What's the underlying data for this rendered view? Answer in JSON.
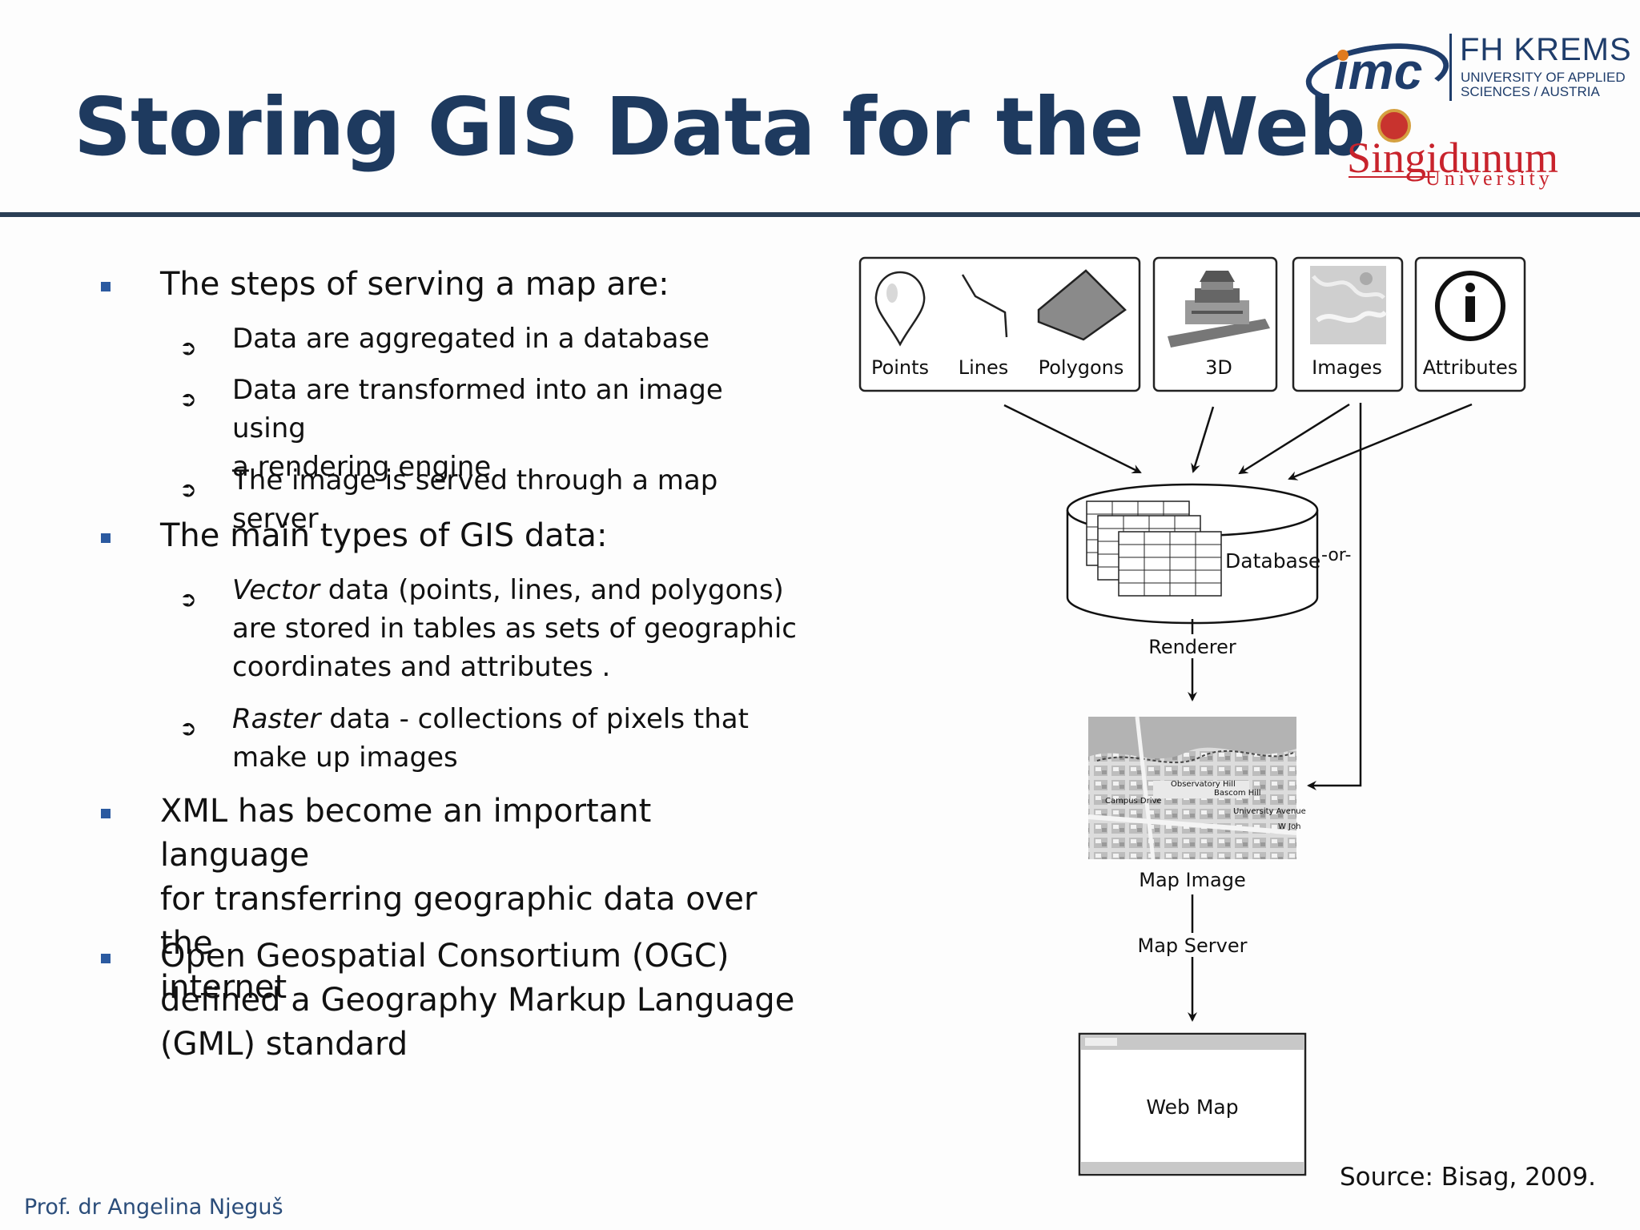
{
  "slide": {
    "title": "Storing GIS Data for the Web",
    "logos": {
      "imc": "imc",
      "fh_name": "FH KREMS",
      "fh_sub_1": "UNIVERSITY OF APPLIED",
      "fh_sub_2": "SCIENCES / AUSTRIA",
      "sing_name": "Singidunum",
      "sing_sub": "University"
    },
    "bullets": {
      "b1": "The steps of serving a map are:",
      "b1_sub1": "Data are aggregated in a database",
      "b1_sub2_l1": "Data are transformed into an image using",
      "b1_sub2_l2": "a rendering engine",
      "b1_sub3": "The image is served through a map server",
      "b2": "The main types of GIS data:",
      "b2_sub1_em": "Vector",
      "b2_sub1_l1": " data (points, lines, and polygons)",
      "b2_sub1_l2": "are stored in tables as sets of geographic",
      "b2_sub1_l3": "coordinates and attributes .",
      "b2_sub2_em": "Raster",
      "b2_sub2_l1": " data - collections of pixels that",
      "b2_sub2_l2": "make up images",
      "b3_l1": "XML has become an important language",
      "b3_l2": "for transferring geographic data over the",
      "b3_l3": "internet",
      "b4_l1": "Open Geospatial Consortium (OGC)",
      "b4_l2": "defined a Geography Markup Language",
      "b4_l3": "(GML) standard"
    },
    "diagram": {
      "points": "Points",
      "lines": "Lines",
      "polygons": "Polygons",
      "three_d": "3D",
      "images": "Images",
      "attributes": "Attributes",
      "database": "Database",
      "or": "-or-",
      "renderer": "Renderer",
      "map_image": "Map Image",
      "map_server": "Map Server",
      "web_map": "Web Map",
      "map_labels": [
        "Observatory Hill",
        "Bascom Hill",
        "Campus Drive",
        "University Avenue",
        "W Joh"
      ]
    },
    "footer_left": "Prof. dr Angelina Njeguš",
    "source": "Source: Bisag, 2009."
  }
}
